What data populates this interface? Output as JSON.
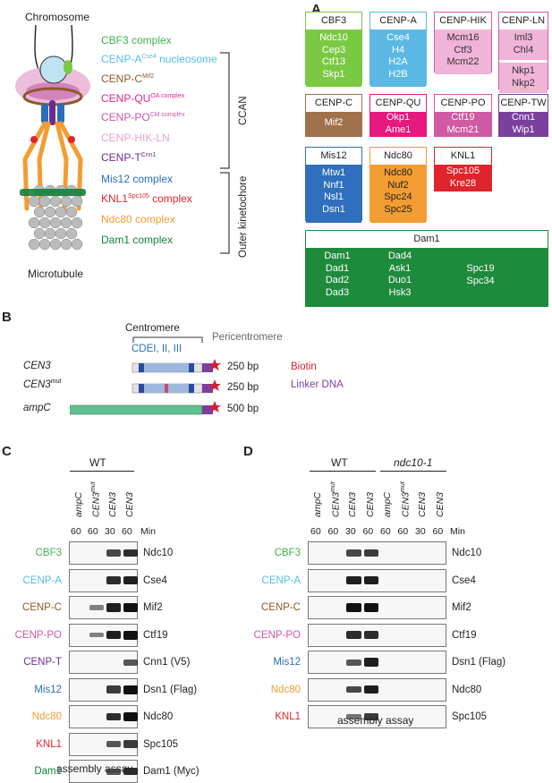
{
  "panels": {
    "a": "A",
    "b": "B",
    "c": "C",
    "d": "D"
  },
  "panel_a": {
    "chromosome_label": "Chromosome",
    "microtubule_label": "Microtubule",
    "ccan_label": "CCAN",
    "outer_label": "Outer kinetochore",
    "complexes": [
      {
        "text": "CBF3 complex",
        "color": "#3db54a"
      },
      {
        "text": "CENP-A",
        "sup": "Cse4",
        "after": " nucleosome",
        "color": "#56bde8"
      },
      {
        "text": "CENP-C",
        "sup": "Mif2",
        "after": "",
        "color": "#8a5a2e"
      },
      {
        "text": "CENP-QU",
        "sup": "OA complex",
        "after": "",
        "color": "#e2238d"
      },
      {
        "text": "CENP-PO",
        "sup": "CM complex",
        "after": "",
        "color": "#d156a8"
      },
      {
        "text": "CENP-HIK-LN",
        "color": "#e9a3cf"
      },
      {
        "text": "CENP-T",
        "sup": "Cnn1",
        "after": "",
        "color": "#6a2c91"
      },
      {
        "text": "Mis12 complex",
        "color": "#2a6ebb"
      },
      {
        "text": "KNL1",
        "sup": "Spc105",
        "after": " complex",
        "color": "#e0242b"
      },
      {
        "text": "Ndc80 complex",
        "color": "#f39c32"
      },
      {
        "text": "Dam1 complex",
        "color": "#15803d"
      }
    ],
    "boxes": {
      "cbf3": {
        "title": "CBF3",
        "items": [
          "Ndc10",
          "Cep3",
          "Ctf13",
          "Skp1"
        ],
        "color": "#7ac943"
      },
      "cenpa": {
        "title": "CENP-A",
        "items": [
          "Cse4",
          "H4",
          "H2A",
          "H2B"
        ],
        "color": "#5bb8e4"
      },
      "hik": {
        "title": "CENP-HIK",
        "items": [
          "Mcm16",
          "Ctf3",
          "Mcm22"
        ],
        "color": "#f0b4d8"
      },
      "ln": {
        "title": "CENP-LN",
        "items_a": [
          "Iml3",
          "Chl4"
        ],
        "items_b": [
          "Nkp1",
          "Nkp2"
        ],
        "color": "#f0b4d8"
      },
      "cenpc": {
        "title": "CENP-C",
        "items": [
          "Mif2"
        ],
        "color": "#a0714a"
      },
      "qu": {
        "title": "CENP-QU",
        "items": [
          "Okp1",
          "Ame1"
        ],
        "color": "#e5197e"
      },
      "po": {
        "title": "CENP-PO",
        "items": [
          "Ctf19",
          "Mcm21"
        ],
        "color": "#d05aa3"
      },
      "tw": {
        "title": "CENP-TW",
        "items": [
          "Cnn1",
          "Wip1"
        ],
        "color": "#7b3f9e"
      },
      "mis12": {
        "title": "Mis12",
        "items": [
          "Mtw1",
          "Nnf1",
          "Nsl1",
          "Dsn1"
        ],
        "color": "#2f6fbd"
      },
      "ndc80": {
        "title": "Ndc80",
        "items": [
          "Ndc80",
          "Nuf2",
          "Spc24",
          "Spc25"
        ],
        "color": "#f39c32"
      },
      "knl1": {
        "title": "KNL1",
        "items": [
          "Spc105",
          "Kre28"
        ],
        "color": "#e0242b"
      },
      "dam1": {
        "title": "Dam1",
        "col1": [
          "Dam1",
          "Dad1",
          "Dad2",
          "Dad3"
        ],
        "col2": [
          "Dad4",
          "Ask1",
          "Duo1",
          "Hsk3"
        ],
        "col3": [
          "Spc19",
          "Spc34"
        ],
        "color": "#1e8a3c"
      }
    }
  },
  "panel_b": {
    "centromere_label": "Centromere",
    "cde_label": "CDEI, II, III",
    "pericentromere_label": "Pericentromere",
    "constructs": [
      {
        "name": "CEN3",
        "sup": "",
        "size": "250 bp"
      },
      {
        "name": "CEN3",
        "sup": "mut",
        "size": "250 bp"
      },
      {
        "name": "ampC",
        "sup": "",
        "size": "500 bp"
      }
    ],
    "legend": [
      {
        "text": "Biotin",
        "color": "#d0203a"
      },
      {
        "text": "Linker DNA",
        "color": "#7b3f9e"
      }
    ]
  },
  "panel_c": {
    "wt_label": "WT",
    "lanes": [
      {
        "name": "ampC",
        "sup": ""
      },
      {
        "name": "CEN3",
        "sup": "mut"
      },
      {
        "name": "CEN3",
        "sup": ""
      },
      {
        "name": "CEN3",
        "sup": ""
      }
    ],
    "times": [
      "60",
      "60",
      "30",
      "60"
    ],
    "min_label": "Min",
    "rows": [
      {
        "left": "CBF3",
        "right": "Ndc10",
        "color": "#3db54a"
      },
      {
        "left": "CENP-A",
        "right": "Cse4",
        "color": "#56bde8"
      },
      {
        "left": "CENP-C",
        "right": "Mif2",
        "color": "#8a5a2e"
      },
      {
        "left": "CENP-PO",
        "right": "Ctf19",
        "color": "#d156a8"
      },
      {
        "left": "CENP-T",
        "right": "Cnn1 (V5)",
        "color": "#6a2c91"
      },
      {
        "left": "Mis12",
        "right": "Dsn1 (Flag)",
        "color": "#2a6ebb"
      },
      {
        "left": "Ndc80",
        "right": "Ndc80",
        "color": "#f39c32"
      },
      {
        "left": "KNL1",
        "right": "Spc105",
        "color": "#e0242b"
      },
      {
        "left": "Dam1",
        "right": "Dam1 (Myc)",
        "color": "#15803d"
      }
    ],
    "caption": "assembly assay"
  },
  "panel_d": {
    "wt_label": "WT",
    "mut_label": "ndc10-1",
    "lanes": [
      {
        "name": "ampC",
        "sup": ""
      },
      {
        "name": "CEN3",
        "sup": "mut"
      },
      {
        "name": "CEN3",
        "sup": ""
      },
      {
        "name": "CEN3",
        "sup": ""
      },
      {
        "name": "ampC",
        "sup": ""
      },
      {
        "name": "CEN3",
        "sup": "mut"
      },
      {
        "name": "CEN3",
        "sup": ""
      },
      {
        "name": "CEN3",
        "sup": ""
      }
    ],
    "times": [
      "60",
      "60",
      "30",
      "60",
      "60",
      "60",
      "30",
      "60"
    ],
    "min_label": "Min",
    "rows": [
      {
        "left": "CBF3",
        "right": "Ndc10",
        "color": "#3db54a"
      },
      {
        "left": "CENP-A",
        "right": "Cse4",
        "color": "#56bde8"
      },
      {
        "left": "CENP-C",
        "right": "Mif2",
        "color": "#8a5a2e"
      },
      {
        "left": "CENP-PO",
        "right": "Ctf19",
        "color": "#d156a8"
      },
      {
        "left": "Mis12",
        "right": "Dsn1 (Flag)",
        "color": "#2a6ebb"
      },
      {
        "left": "Ndc80",
        "right": "Ndc80",
        "color": "#f39c32"
      },
      {
        "left": "KNL1",
        "right": "Spc105",
        "color": "#e0242b"
      }
    ],
    "caption": "assembly assay"
  }
}
